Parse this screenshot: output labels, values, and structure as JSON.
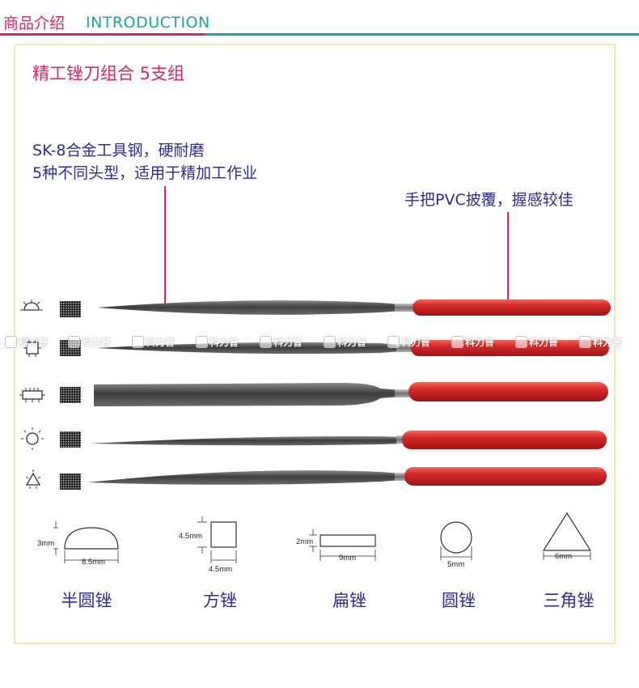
{
  "header": {
    "title_cn": "商品介绍",
    "title_en": "INTRODUCTION"
  },
  "product": {
    "title": "精工锉刀组合 5支组"
  },
  "features": {
    "steel_line1": "SK-8合金工具钢，硬耐磨",
    "steel_line2": "5种不同头型，适用于精加工作业",
    "handle": "手把PVC披覆，握感较佳"
  },
  "watermark": {
    "text": "科力普",
    "count": 10
  },
  "colors": {
    "accent_pink": "#d7266b",
    "accent_teal": "#19a6a0",
    "text_navy": "#2d2d8f",
    "handle_red": "#d82a2a"
  },
  "files": [
    {
      "name": "半圆锉",
      "icon": "half-round-profile-icon"
    },
    {
      "name": "方锉",
      "icon": "square-profile-icon"
    },
    {
      "name": "扁锉",
      "icon": "flat-profile-icon"
    },
    {
      "name": "圆锉",
      "icon": "round-profile-icon"
    },
    {
      "name": "三角锉",
      "icon": "triangle-profile-icon"
    }
  ],
  "profiles": [
    {
      "label": "半圆锉",
      "dim_h": "3mm",
      "dim_w": "8.5mm"
    },
    {
      "label": "方锉",
      "dim_h": "4.5mm",
      "dim_w": "4.5mm"
    },
    {
      "label": "扁锉",
      "dim_h": "2mm",
      "dim_w": "9mm"
    },
    {
      "label": "圆锉",
      "dim_w": "5mm"
    },
    {
      "label": "三角锉",
      "dim_w": "6mm"
    }
  ]
}
